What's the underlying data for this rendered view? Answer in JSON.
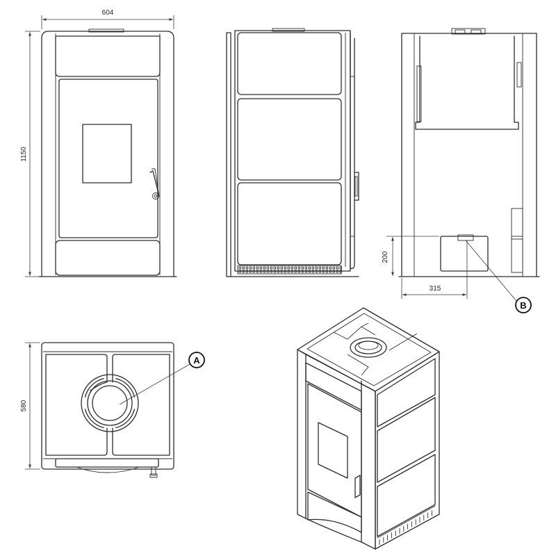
{
  "dimensions": {
    "width": "604",
    "height": "1150",
    "outlet_height": "200",
    "outlet_offset": "315",
    "depth": "580"
  },
  "callouts": {
    "a": "A",
    "b": "B"
  },
  "colors": {
    "line": "#2b2b2b",
    "background": "#ffffff"
  }
}
